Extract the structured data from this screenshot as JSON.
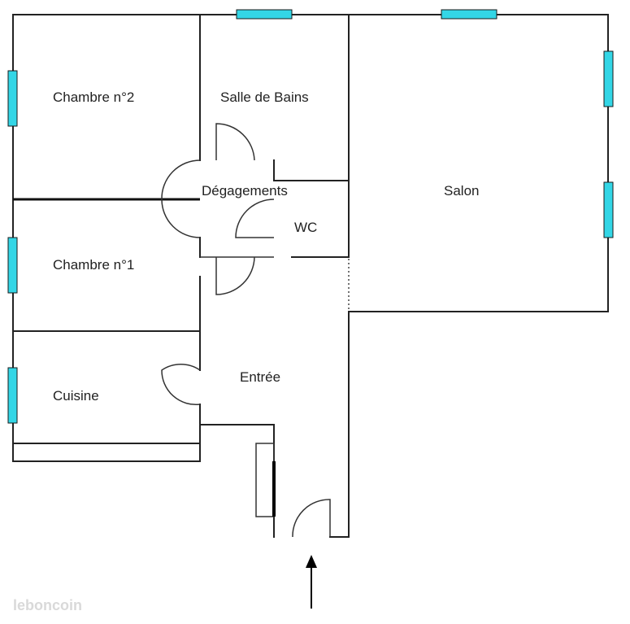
{
  "rooms": {
    "chambre2": "Chambre n°2",
    "salle_de_bains": "Salle de Bains",
    "degagements": "Dégagements",
    "salon": "Salon",
    "wc": "WC",
    "chambre1": "Chambre n°1",
    "cuisine": "Cuisine",
    "entree": "Entrée"
  },
  "watermark": "leboncoin",
  "colors": {
    "window": "#33d6e6",
    "wall": "#222222",
    "background": "#ffffff"
  }
}
